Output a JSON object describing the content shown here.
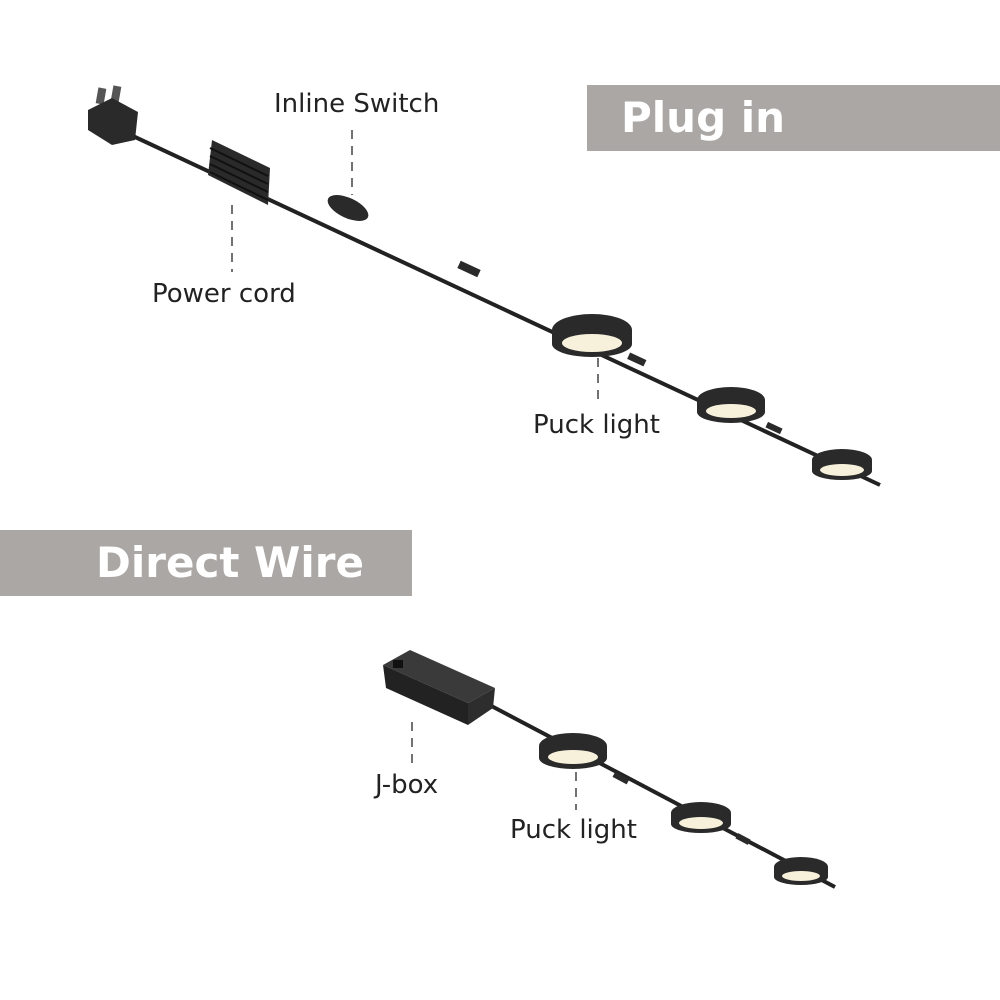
{
  "sections": {
    "plug_in": {
      "title": "Plug in",
      "labels": {
        "switch": "Inline Switch",
        "cord": "Power cord",
        "puck": "Puck light"
      }
    },
    "direct_wire": {
      "title": "Direct Wire",
      "labels": {
        "jbox": "J-box",
        "puck": "Puck light"
      }
    }
  },
  "colors": {
    "banner": "#aba7a5",
    "device": "#2a2a2a",
    "light": "#f7f1dc"
  }
}
